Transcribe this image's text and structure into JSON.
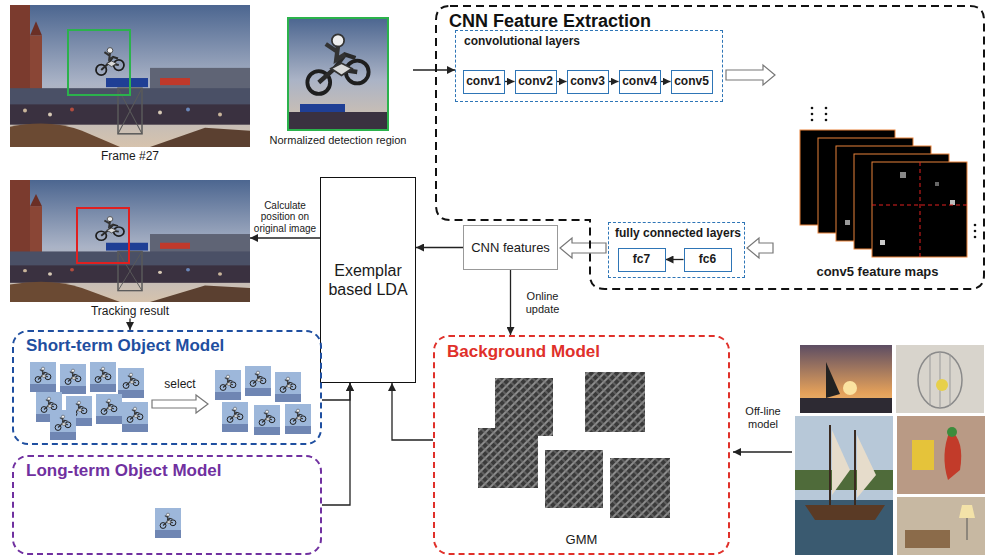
{
  "diagram": {
    "nodes": [
      {
        "text": [
          "Frame #27"
        ]
      },
      {
        "text": [
          "Normalized detection region"
        ]
      },
      {
        "text": [
          "CNN Feature Extraction"
        ]
      },
      {
        "text": [
          "convolutional layers"
        ],
        "in": 2
      },
      {
        "text": [
          "conv1"
        ],
        "in": 3
      },
      {
        "text": [
          "conv2"
        ],
        "in": 3
      },
      {
        "text": [
          "conv3"
        ],
        "in": 3
      },
      {
        "text": [
          "conv4"
        ],
        "in": 3
      },
      {
        "text": [
          "conv5"
        ],
        "in": 3
      },
      {
        "text": [
          "conv5 feature maps"
        ],
        "in": 2
      },
      {
        "text": [
          "fully connected layers"
        ],
        "in": 2
      },
      {
        "text": [
          "fc7"
        ],
        "in": 10
      },
      {
        "text": [
          "fc6"
        ],
        "in": 10
      },
      {
        "text": [
          "CNN features"
        ]
      },
      {
        "text": [
          "Exemplar based LDA"
        ]
      },
      {
        "text": [
          "Tracking result"
        ]
      },
      {
        "text": [
          "Short-term Object Model"
        ]
      },
      {
        "text": [
          "Long-term Object Model"
        ]
      },
      {
        "text": [
          "Background Model",
          "GMM"
        ]
      }
    ],
    "edges": [
      {
        "from": 1,
        "to": 3,
        "arrow": "to"
      },
      {
        "from": 4,
        "to": 5,
        "arrow": "to"
      },
      {
        "from": 5,
        "to": 6,
        "arrow": "to"
      },
      {
        "from": 6,
        "to": 7,
        "arrow": "to"
      },
      {
        "from": 7,
        "to": 8,
        "arrow": "to"
      },
      {
        "from": 3,
        "to": 9,
        "arrow": "to"
      },
      {
        "from": 9,
        "to": 10,
        "arrow": "to"
      },
      {
        "from": 12,
        "to": 11,
        "arrow": "to"
      },
      {
        "from": 10,
        "to": 13,
        "arrow": "to"
      },
      {
        "from": 13,
        "to": 14,
        "arrow": "to"
      },
      {
        "from": 13,
        "to": 18,
        "label": "Online update",
        "arrow": "to"
      },
      {
        "from": 14,
        "to": 15,
        "label": "Calculate position on original image",
        "arrow": "to"
      },
      {
        "from": 15,
        "to": 16,
        "arrow": "to"
      },
      {
        "from": 16,
        "to": 14,
        "arrow": "to"
      },
      {
        "from": 17,
        "to": 14,
        "arrow": "to"
      },
      {
        "from": 18,
        "to": 14,
        "arrow": "to"
      }
    ],
    "labels": [
      "select",
      "Off-line model"
    ]
  }
}
